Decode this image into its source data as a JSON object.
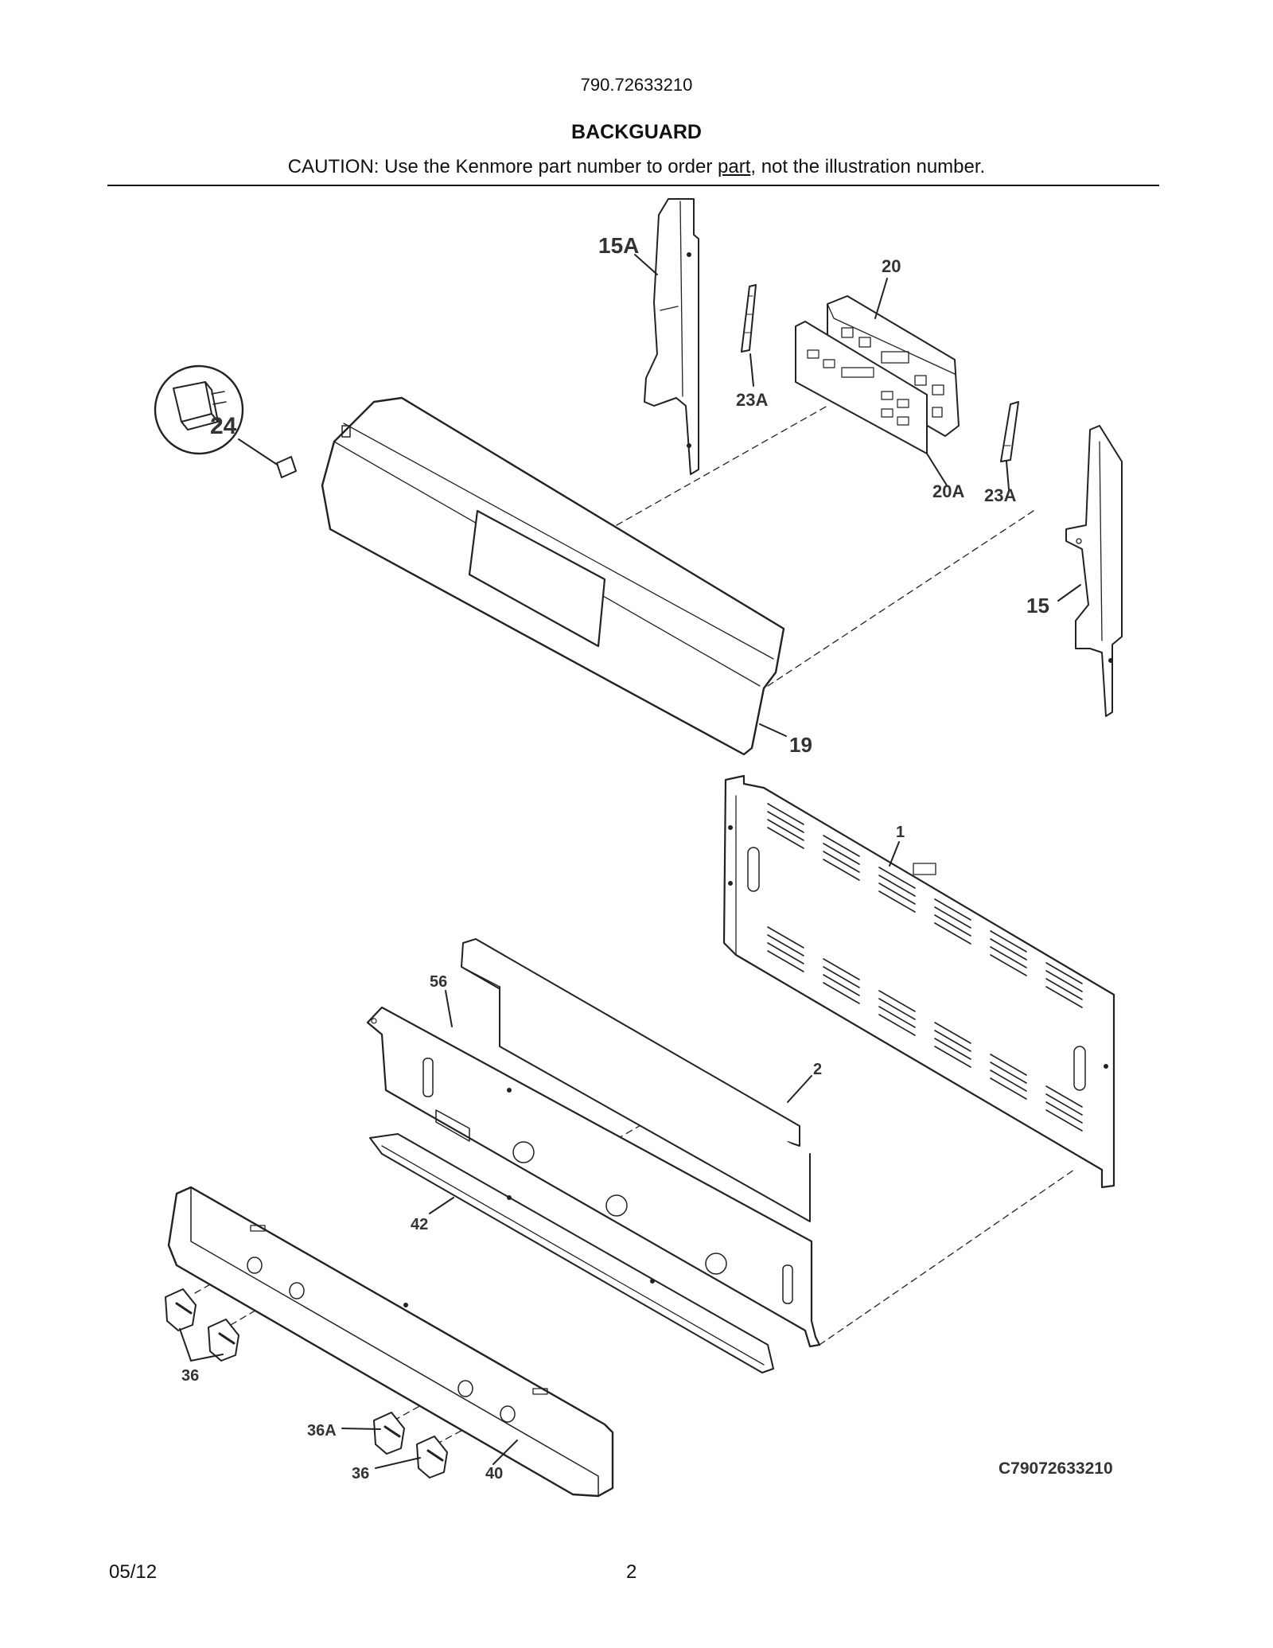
{
  "header": {
    "model_number": "790.72633210",
    "section_title": "BACKGUARD",
    "caution_prefix": "CAUTION: Use the Kenmore part number to order ",
    "caution_link": "part",
    "caution_suffix": ", not the illustration number."
  },
  "diagram": {
    "labels": {
      "p15A": "15A",
      "p20": "20",
      "p24": "24",
      "p23A_top": "23A",
      "p20A": "20A",
      "p23A_right": "23A",
      "p15": "15",
      "p19": "19",
      "p1": "1",
      "p56": "56",
      "p2": "2",
      "p42": "42",
      "p36_left": "36",
      "p36A": "36A",
      "p36_bottom": "36",
      "p40": "40"
    },
    "drawing_code": "C79072633210"
  },
  "footer": {
    "date": "05/12",
    "page": "2"
  }
}
